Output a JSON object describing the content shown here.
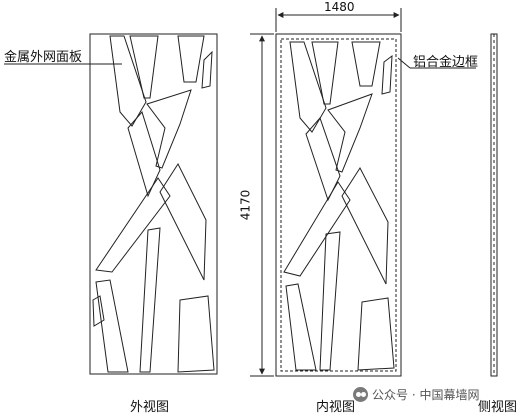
{
  "labels": {
    "metal_panel": "金属外网面板",
    "aluminum_frame": "铝合金边框",
    "width_dim": "1480",
    "height_dim": "4170",
    "outer_view": "外视图",
    "inner_view": "内视图",
    "side_view": "侧视图"
  },
  "watermark": {
    "account": "公众号 · 中国幕墙网"
  },
  "colors": {
    "line": "#222222",
    "background": "#ffffff"
  }
}
